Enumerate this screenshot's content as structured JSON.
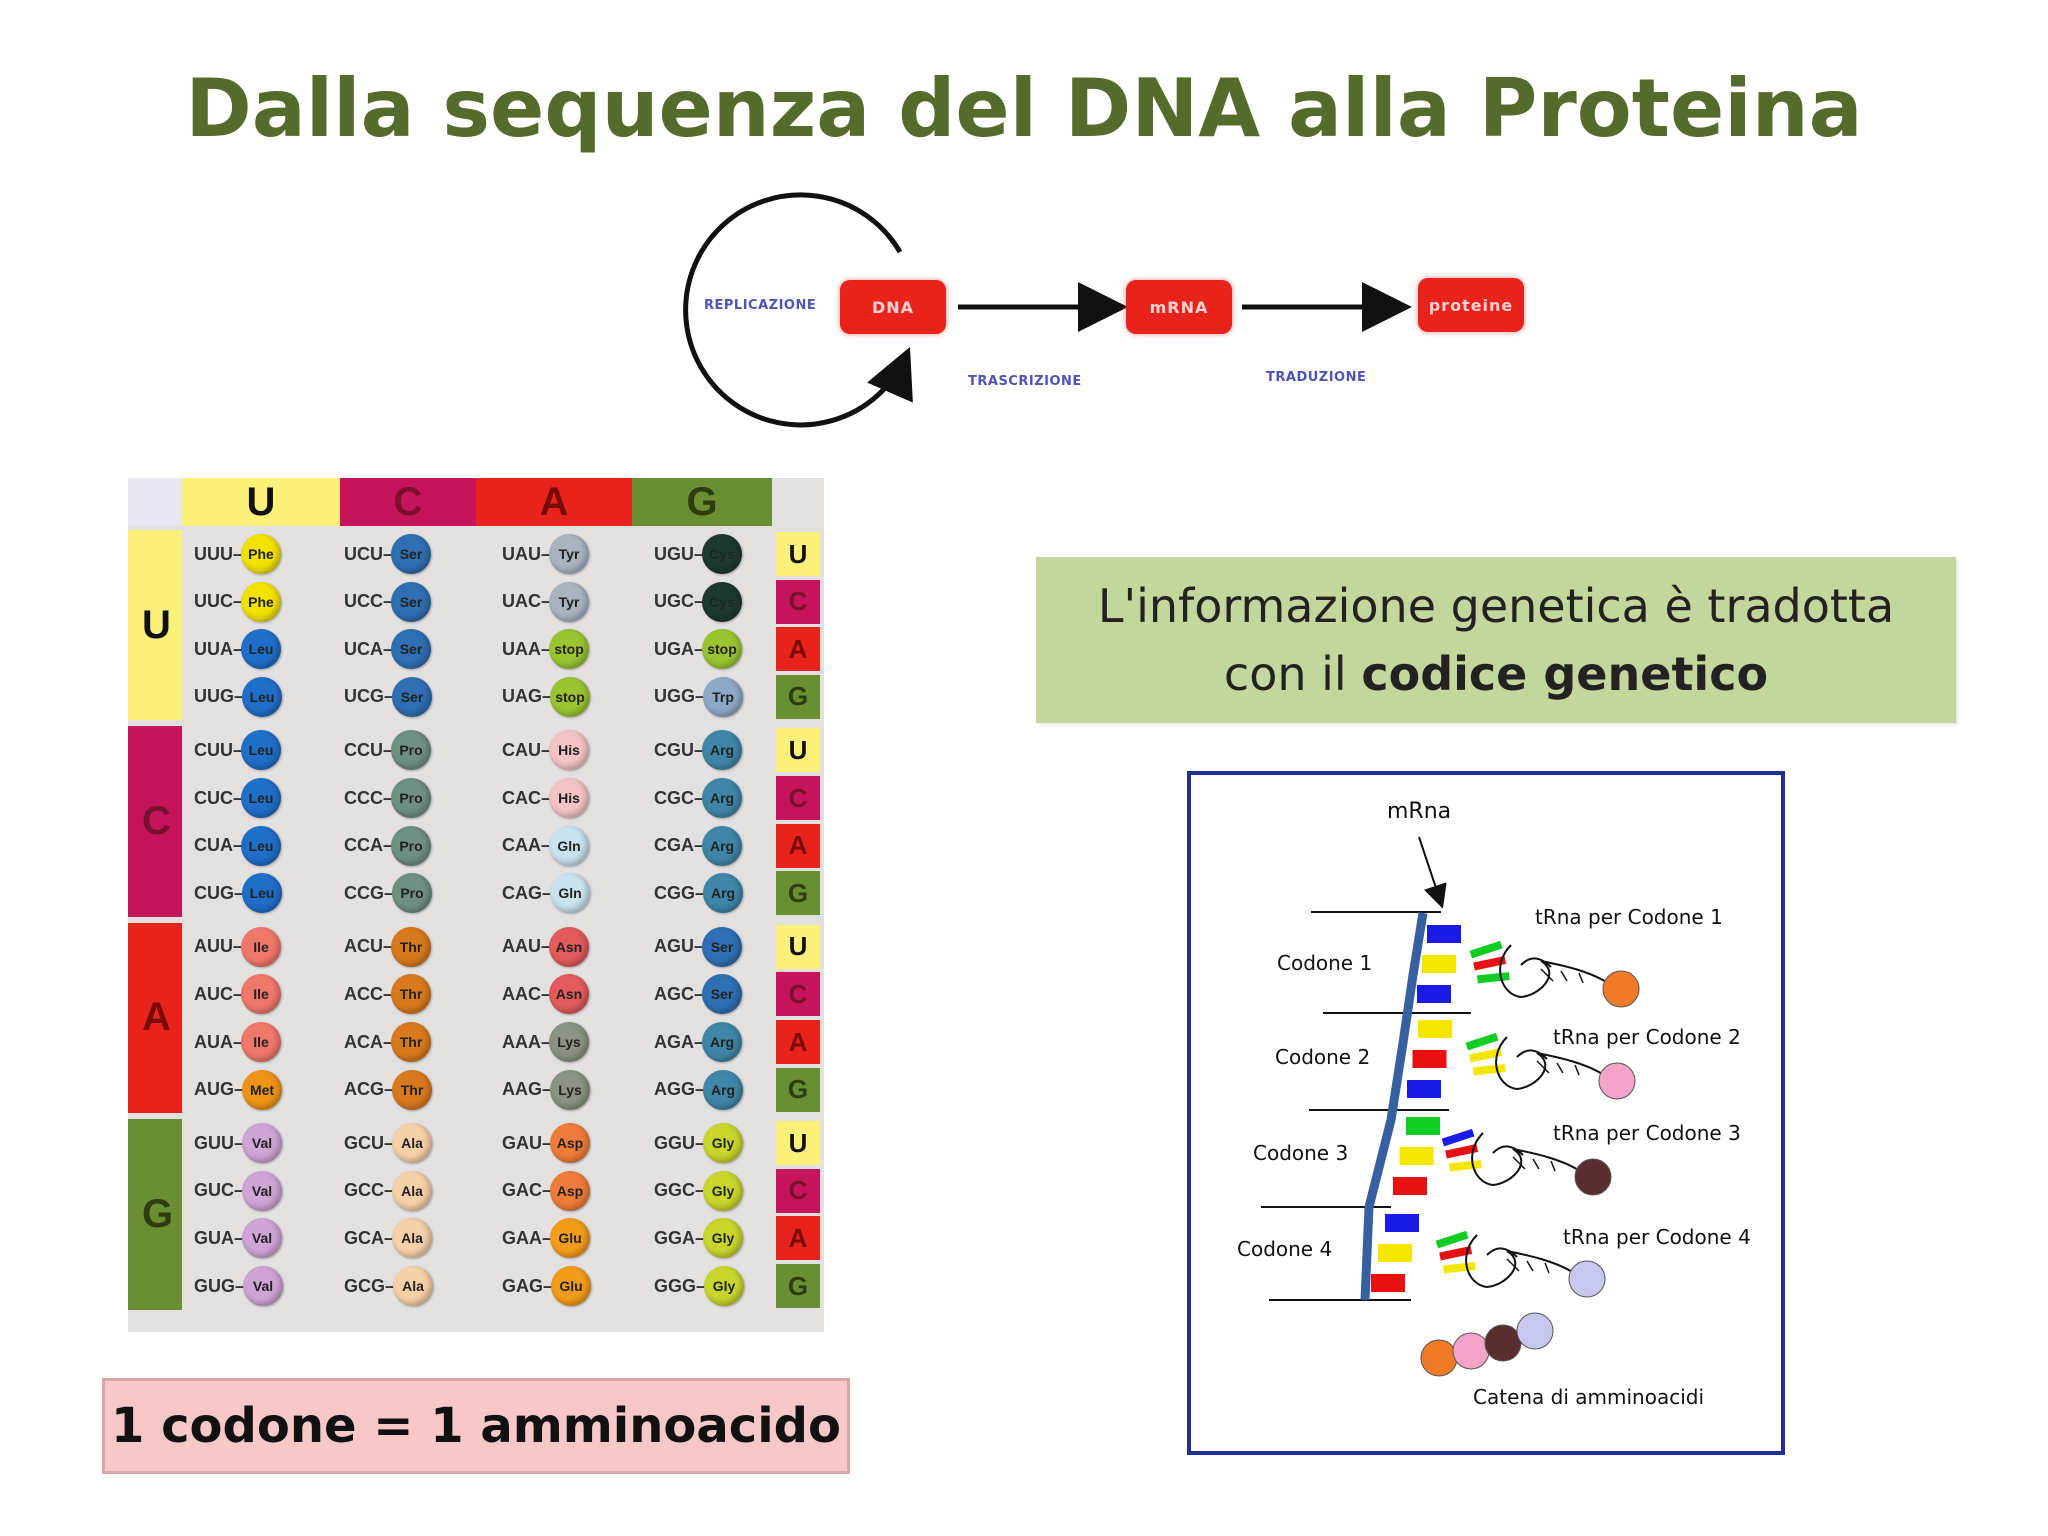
{
  "title": "Dalla sequenza del DNA alla Proteina",
  "flow": {
    "replication": "REPLICAZIONE",
    "dna": "DNA",
    "mrna": "mRNA",
    "protein": "proteine",
    "transcription": "TRASCRIZIONE",
    "translation": "TRADUZIONE"
  },
  "codon_table": {
    "first_bases": [
      "U",
      "C",
      "A",
      "G"
    ],
    "second_bases": [
      "U",
      "C",
      "A",
      "G"
    ],
    "third_bases": [
      "U",
      "C",
      "A",
      "G"
    ],
    "base_colors": {
      "U": "#fbf07a",
      "C": "#c5145a",
      "A": "#e8231c",
      "G": "#6a8f33"
    },
    "rows": [
      [
        [
          "UUU",
          "Phe"
        ],
        [
          "UCU",
          "Ser"
        ],
        [
          "UAU",
          "Tyr"
        ],
        [
          "UGU",
          "Cys"
        ]
      ],
      [
        [
          "UUC",
          "Phe"
        ],
        [
          "UCC",
          "Ser"
        ],
        [
          "UAC",
          "Tyr"
        ],
        [
          "UGC",
          "Cys"
        ]
      ],
      [
        [
          "UUA",
          "Leu"
        ],
        [
          "UCA",
          "Ser"
        ],
        [
          "UAA",
          "stop"
        ],
        [
          "UGA",
          "stop"
        ]
      ],
      [
        [
          "UUG",
          "Leu"
        ],
        [
          "UCG",
          "Ser"
        ],
        [
          "UAG",
          "stop"
        ],
        [
          "UGG",
          "Trp"
        ]
      ],
      [
        [
          "CUU",
          "Leu"
        ],
        [
          "CCU",
          "Pro"
        ],
        [
          "CAU",
          "His"
        ],
        [
          "CGU",
          "Arg"
        ]
      ],
      [
        [
          "CUC",
          "Leu"
        ],
        [
          "CCC",
          "Pro"
        ],
        [
          "CAC",
          "His"
        ],
        [
          "CGC",
          "Arg"
        ]
      ],
      [
        [
          "CUA",
          "Leu"
        ],
        [
          "CCA",
          "Pro"
        ],
        [
          "CAA",
          "Gln"
        ],
        [
          "CGA",
          "Arg"
        ]
      ],
      [
        [
          "CUG",
          "Leu"
        ],
        [
          "CCG",
          "Pro"
        ],
        [
          "CAG",
          "Gln"
        ],
        [
          "CGG",
          "Arg"
        ]
      ],
      [
        [
          "AUU",
          "Ile"
        ],
        [
          "ACU",
          "Thr"
        ],
        [
          "AAU",
          "Asn"
        ],
        [
          "AGU",
          "Ser"
        ]
      ],
      [
        [
          "AUC",
          "Ile"
        ],
        [
          "ACC",
          "Thr"
        ],
        [
          "AAC",
          "Asn"
        ],
        [
          "AGC",
          "Ser"
        ]
      ],
      [
        [
          "AUA",
          "Ile"
        ],
        [
          "ACA",
          "Thr"
        ],
        [
          "AAA",
          "Lys"
        ],
        [
          "AGA",
          "Arg"
        ]
      ],
      [
        [
          "AUG",
          "Met"
        ],
        [
          "ACG",
          "Thr"
        ],
        [
          "AAG",
          "Lys"
        ],
        [
          "AGG",
          "Arg"
        ]
      ],
      [
        [
          "GUU",
          "Val"
        ],
        [
          "GCU",
          "Ala"
        ],
        [
          "GAU",
          "Asp"
        ],
        [
          "GGU",
          "Gly"
        ]
      ],
      [
        [
          "GUC",
          "Val"
        ],
        [
          "GCC",
          "Ala"
        ],
        [
          "GAC",
          "Asp"
        ],
        [
          "GGC",
          "Gly"
        ]
      ],
      [
        [
          "GUA",
          "Val"
        ],
        [
          "GCA",
          "Ala"
        ],
        [
          "GAA",
          "Glu"
        ],
        [
          "GGA",
          "Gly"
        ]
      ],
      [
        [
          "GUG",
          "Val"
        ],
        [
          "GCG",
          "Ala"
        ],
        [
          "GAG",
          "Glu"
        ],
        [
          "GGG",
          "Gly"
        ]
      ]
    ],
    "aa_colors": {
      "Phe": "#f2e200",
      "Ser": "#2f6fb3",
      "Tyr": "#a8b4c0",
      "Cys": "#1d3a30",
      "Leu": "#1f6fc9",
      "stop": "#9ac531",
      "Trp": "#8ea9c8",
      "Pro": "#6f9080",
      "His": "#f4c4c4",
      "Arg": "#3f86a8",
      "Gln": "#c9e2ef",
      "Ile": "#f0786a",
      "Thr": "#d9791e",
      "Asn": "#e35b5b",
      "Met": "#f09418",
      "Lys": "#8a9384",
      "Val": "#cfa4d6",
      "Ala": "#f6d0a8",
      "Asp": "#f07b3a",
      "Glu": "#f39c1b",
      "Gly": "#c8d62c"
    }
  },
  "green_box": {
    "line1": "L'informazione genetica è tradotta",
    "line2_plain": "con il ",
    "line2_bold": "codice genetico"
  },
  "pink_box": "1 codone = 1 amminoacido",
  "trna_diagram": {
    "mrna": "mRna",
    "codons": [
      "Codone 1",
      "Codone 2",
      "Codone 3",
      "Codone 4"
    ],
    "trnas": [
      "tRna per Codone 1",
      "tRna per Codone 2",
      "tRna per Codone 3",
      "tRna per Codone 4"
    ],
    "chain": "Catena di amminoacidi",
    "aa_ball_colors": [
      "#f07a28",
      "#f4a4c8",
      "#5a2e2e",
      "#c8c8ee"
    ]
  }
}
